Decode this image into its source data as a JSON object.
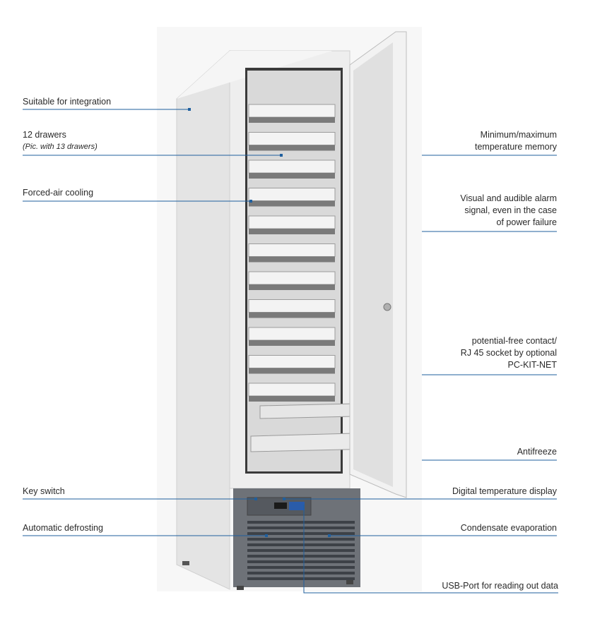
{
  "left_labels": [
    {
      "id": "integration",
      "lines": [
        "Suitable for integration"
      ]
    },
    {
      "id": "drawers",
      "lines": [
        "12 drawers"
      ],
      "sub": "(Pic. with 13 drawers)"
    },
    {
      "id": "cooling",
      "lines": [
        "Forced-air cooling"
      ]
    },
    {
      "id": "keyswitch",
      "lines": [
        "Key switch"
      ]
    },
    {
      "id": "defrost",
      "lines": [
        "Automatic defrosting"
      ]
    }
  ],
  "right_labels": [
    {
      "id": "memory",
      "lines": [
        "Minimum/maximum",
        "temperature memory"
      ]
    },
    {
      "id": "alarm",
      "lines": [
        "Visual and audible alarm",
        "signal, even in the case",
        "of power failure"
      ]
    },
    {
      "id": "contact",
      "lines": [
        "potential-free contact/",
        "RJ 45 socket by optional",
        "PC-KIT-NET"
      ]
    },
    {
      "id": "antifreeze",
      "lines": [
        "Antifreeze"
      ]
    },
    {
      "id": "display",
      "lines": [
        "Digital temperature display"
      ]
    },
    {
      "id": "condensate",
      "lines": [
        "Condensate evaporation"
      ]
    },
    {
      "id": "usb",
      "lines": [
        "USB-Port for reading out data"
      ]
    }
  ],
  "colors": {
    "leader_line": "#1f5f9e",
    "cabinet": "#ececec",
    "cabinet_shadow": "#c9c9c9",
    "drawer": "#f4f4f4",
    "base": "#6b6f75",
    "vent": "#3b3f45",
    "door": "#f2f2f2"
  }
}
